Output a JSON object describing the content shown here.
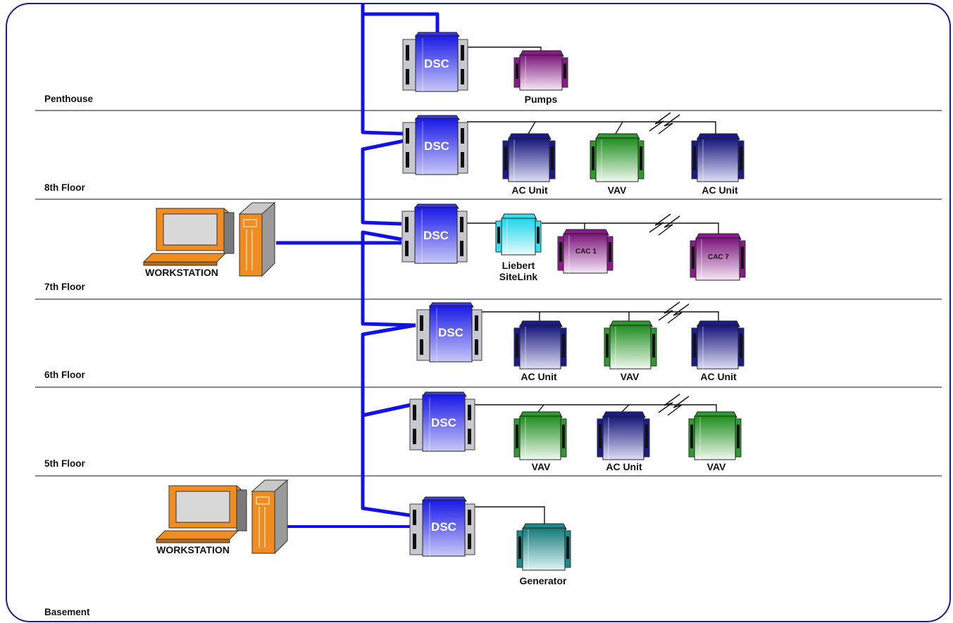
{
  "floors": [
    {
      "id": "penthouse",
      "label": "Penthouse"
    },
    {
      "id": "8th",
      "label": "8th Floor"
    },
    {
      "id": "7th",
      "label": "7th Floor"
    },
    {
      "id": "6th",
      "label": "6th Floor"
    },
    {
      "id": "5th",
      "label": "5th Floor"
    },
    {
      "id": "basement",
      "label": "Basement"
    }
  ],
  "controller_label": "DSC",
  "workstation_label": "WORKSTATION",
  "devices": {
    "pumps": "Pumps",
    "ac_unit": "AC Unit",
    "vav": "VAV",
    "liebert_line1": "Liebert",
    "liebert_line2": "SiteLink",
    "cac1": "CAC 1",
    "cac7": "CAC 7",
    "generator": "Generator"
  },
  "colors": {
    "network_trunk": "#1111ee",
    "controller": "#3a3ae8",
    "ac_unit": "#1a1a8a",
    "vav": "#2e9a2e",
    "pumps": "#8a1a8a",
    "cac": "#8a1a8a",
    "liebert": "#33e0f0",
    "generator": "#1a8a8a",
    "workstation": "#f08c20",
    "frame": "#1c1c8c"
  }
}
